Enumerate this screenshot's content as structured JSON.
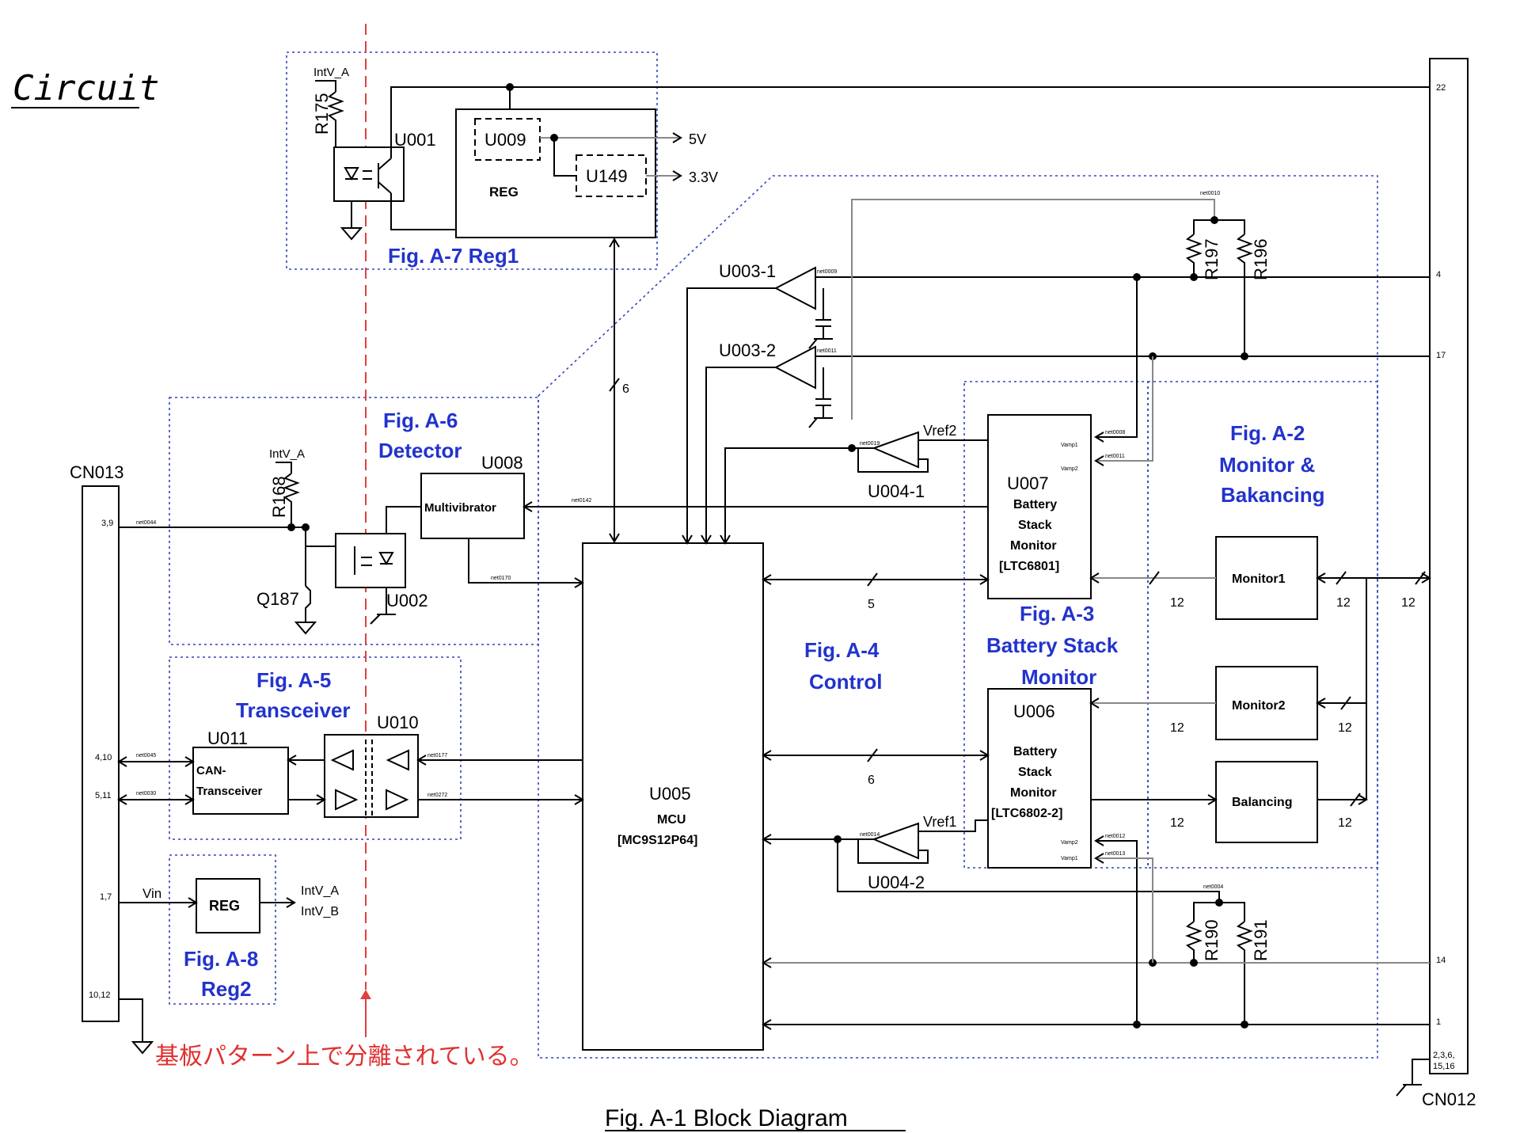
{
  "title": "Circuit",
  "caption": "Fig. A-1 Block Diagram",
  "note_jp": "基板パターン上で分離されている。",
  "colors": {
    "label_blue": "#2233cc",
    "separation_red": "#e04040",
    "wire": "#000000"
  },
  "figures": {
    "a7": "Fig. A-7 Reg1",
    "a6_l1": "Fig. A-6",
    "a6_l2": "Detector",
    "a5_l1": "Fig. A-5",
    "a5_l2": "Transceiver",
    "a8_l1": "Fig. A-8",
    "a8_l2": "Reg2",
    "a4_l1": "Fig. A-4",
    "a4_l2": "Control",
    "a3_l1": "Fig. A-3",
    "a3_l2": "Battery Stack",
    "a3_l3": "Monitor",
    "a2_l1": "Fig. A-2",
    "a2_l2": "Monitor &",
    "a2_l3": "Bakancing"
  },
  "components": {
    "intv_a_top": "IntV_A",
    "r175": "R175",
    "u001": "U001",
    "u009": "U009",
    "u149": "U149",
    "reg1": "REG",
    "out_5v": "5V",
    "out_3v3": "3.3V",
    "u003_1": "U003-1",
    "u003_2": "U003-2",
    "r197": "R197",
    "r196": "R196",
    "vref2": "Vref2",
    "u004_1": "U004-1",
    "vref1": "Vref1",
    "u004_2": "U004-2",
    "u007": "U007",
    "u007_d1": "Battery",
    "u007_d2": "Stack",
    "u007_d3": "Monitor",
    "u007_d4": "[LTC6801]",
    "u006": "U006",
    "u006_d1": "Battery",
    "u006_d2": "Stack",
    "u006_d3": "Monitor",
    "u006_d4": "[LTC6802-2]",
    "u005": "U005",
    "u005_d1": "MCU",
    "u005_d2": "[MC9S12P64]",
    "monitor1": "Monitor1",
    "monitor2": "Monitor2",
    "balancing": "Balancing",
    "cn013": "CN013",
    "cn012": "CN012",
    "intv_a_mid": "IntV_A",
    "r168": "R168",
    "u008": "U008",
    "multivibrator": "Multivibrator",
    "q187": "Q187",
    "u002": "U002",
    "u011": "U011",
    "can_l1": "CAN-",
    "can_l2": "Transceiver",
    "u010": "U010",
    "vin": "Vin",
    "reg2": "REG",
    "intv_a_out": "IntV_A",
    "intv_b_out": "IntV_B",
    "r190": "R190",
    "r191": "R191"
  },
  "pins": {
    "cn013_39": "3,9",
    "cn013_410": "4,10",
    "cn013_511": "5,11",
    "cn013_17": "1,7",
    "cn013_1012": "10,12",
    "cn012_22": "22",
    "cn012_4": "4",
    "cn012_17": "17",
    "cn012_14": "14",
    "cn012_1": "1",
    "cn012_gnd1": "2,3,6,",
    "cn012_gnd2": "15,16"
  },
  "bus_widths": {
    "reg_mcu": "6",
    "mcu_u007": "5",
    "mcu_u006": "6",
    "u007_mon1": "12",
    "mon1_in": "12",
    "cn012_bus": "12",
    "u006_mon2": "12",
    "mon2_in": "12",
    "u006_bal": "12",
    "bal_out": "12"
  },
  "nets": {
    "n1": "net0044",
    "n2": "net0142",
    "n3": "net0170",
    "n4": "net0045",
    "n5": "net0030",
    "n6": "net0177",
    "n7": "net0272",
    "n8": "net0010",
    "n9": "net0009",
    "n10": "net0011",
    "n11": "net0019",
    "n12": "net0008",
    "n13": "net0011",
    "n14": "net0014",
    "n15": "net0012",
    "n16": "net0013",
    "n17": "net0004",
    "vamp1a": "Vamp1",
    "vamp2a": "Vamp2",
    "vamp2b": "Vamp2",
    "vamp1b": "Vamp1"
  }
}
